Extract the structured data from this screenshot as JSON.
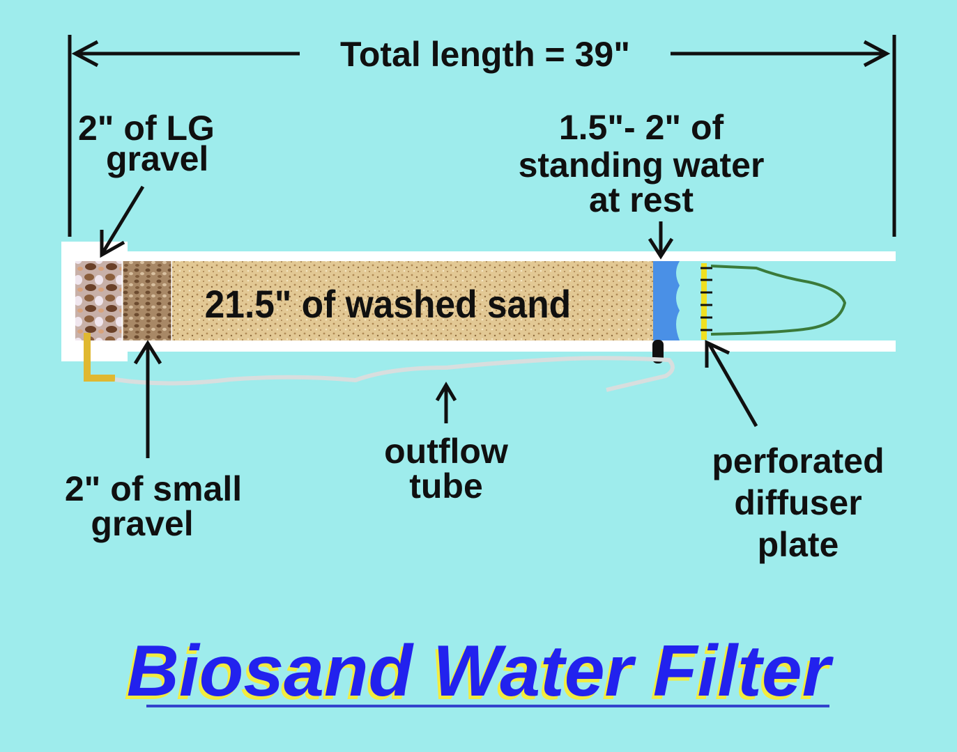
{
  "diagram": {
    "total_length_label": "Total length = 39\"",
    "large_gravel_label": [
      "2\" of LG",
      "gravel"
    ],
    "small_gravel_label": [
      "2\" of small",
      "gravel"
    ],
    "sand_label": "21.5\" of washed sand",
    "standing_water_label": [
      "1.5\"- 2\" of",
      "standing water",
      "at rest"
    ],
    "outflow_label": [
      "outflow",
      "tube"
    ],
    "diffuser_label": [
      "perforated",
      "diffuser",
      "plate"
    ],
    "title": "Biosand Water Filter"
  },
  "colors": {
    "background": "#9eecec",
    "sand": "#e2c894",
    "water": "#4a90e6",
    "diffuser": "#f0e020",
    "outline": "#3a7a3a",
    "title": "#2222ee",
    "title_shadow": "#f2ec40"
  }
}
